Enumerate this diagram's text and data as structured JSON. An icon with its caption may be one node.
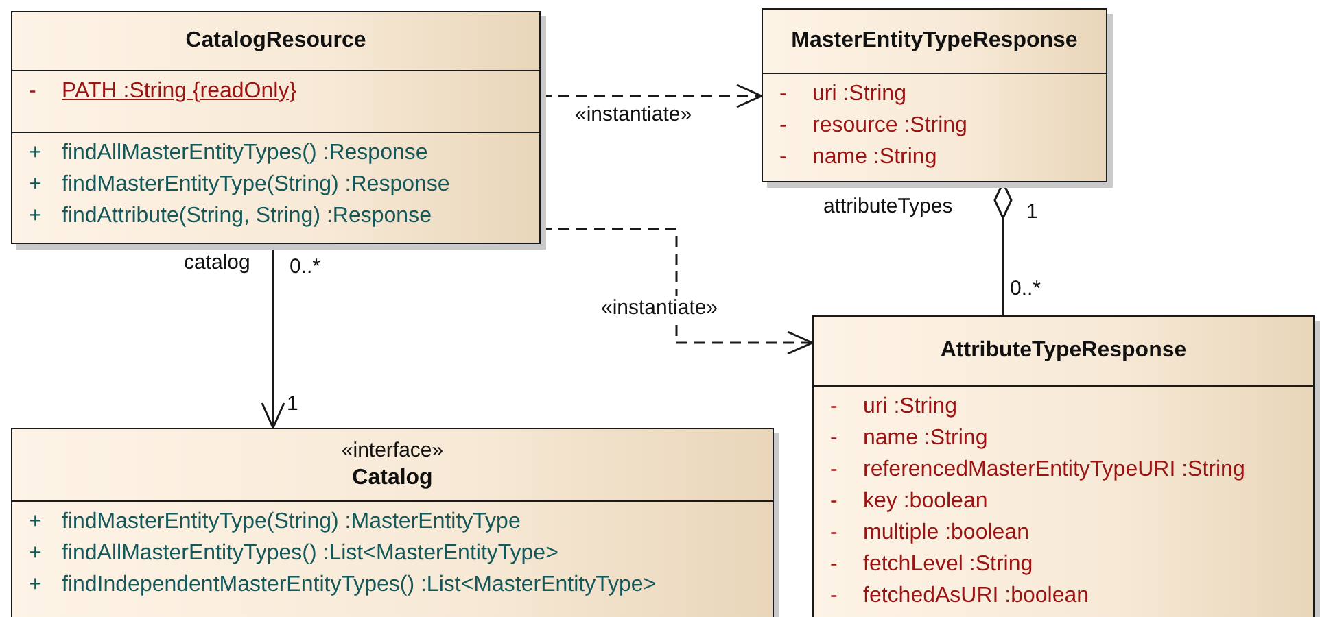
{
  "diagram": {
    "nodes": [
      {
        "text": [
          "CatalogResource",
          "- PATH :String {readOnly}",
          "+ findAllMasterEntityTypes() :Response",
          "+ findMasterEntityType(String) :Response",
          "+ findAttribute(String, String) :Response"
        ]
      },
      {
        "text": [
          "MasterEntityTypeResponse",
          "- uri :String",
          "- resource :String",
          "- name :String"
        ]
      },
      {
        "text": [
          "AttributeTypeResponse",
          "- uri :String",
          "- name :String",
          "- referencedMasterEntityTypeURI :String",
          "- key :boolean",
          "- multiple :boolean",
          "- fetchLevel :String",
          "- fetchedAsURI :boolean"
        ]
      },
      {
        "text": [
          "«interface»",
          "Catalog",
          "+ findMasterEntityType(String) :MasterEntityType",
          "+ findAllMasterEntityTypes() :List<MasterEntityType>",
          "+ findIndependentMasterEntityTypes() :List<MasterEntityType>"
        ]
      }
    ],
    "edges": [
      {
        "from": 0,
        "to": 1,
        "arrow": "to",
        "style": "dashed",
        "label": "«instantiate»"
      },
      {
        "from": 0,
        "to": 2,
        "arrow": "to",
        "style": "dashed",
        "label": "«instantiate»"
      },
      {
        "from": 0,
        "to": 3,
        "arrow": "to"
      },
      {
        "from": 1,
        "to": 2,
        "arrow": "other"
      }
    ],
    "labels": [
      "catalog",
      "0..*",
      "attributeTypes",
      "1",
      "1",
      "0..*"
    ]
  }
}
